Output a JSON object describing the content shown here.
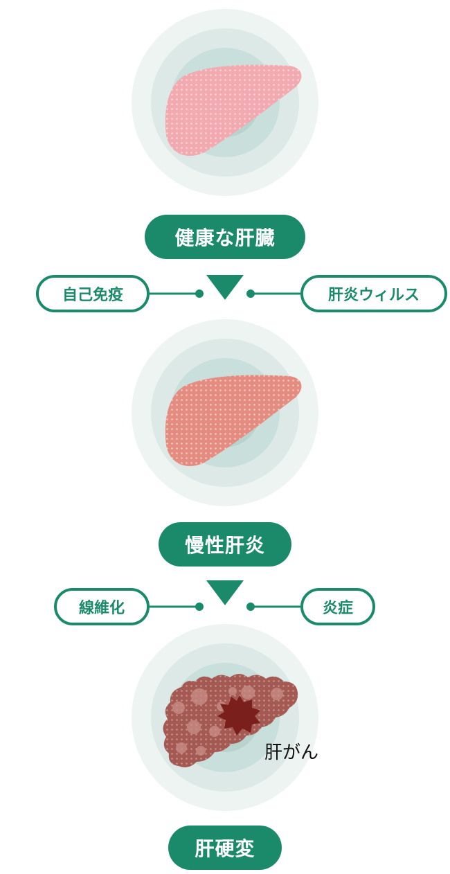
{
  "stages": [
    {
      "label": "健康な肝臓"
    },
    {
      "label": "慢性肝炎"
    },
    {
      "label": "肝硬変"
    }
  ],
  "transitions": [
    {
      "left_cause": "自己免疫",
      "right_cause": "肝炎ウィルス"
    },
    {
      "left_cause": "線維化",
      "right_cause": "炎症"
    }
  ],
  "annotations": {
    "liver_cancer": "肝がん"
  },
  "colors": {
    "accent": "#1b8a6b",
    "ring_outer": "#eef4f2",
    "ring_mid": "#dde9e6",
    "ring_inner": "#c9dfdb",
    "liver_healthy": "#f2a9b0",
    "liver_hepatitis": "#e58c80",
    "liver_cirrhosis": "#a45a52",
    "tumor": "#7a1f1c"
  }
}
